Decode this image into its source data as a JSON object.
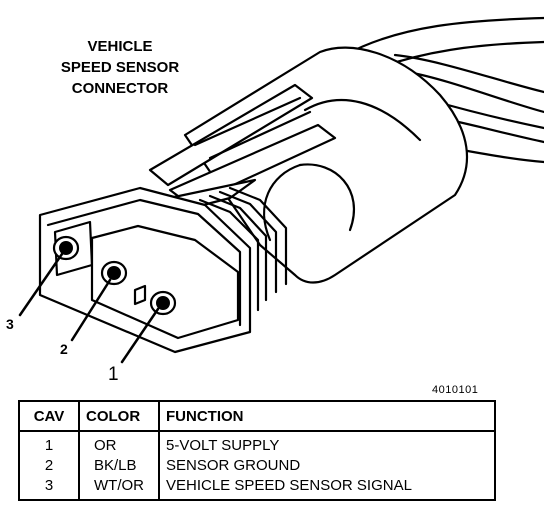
{
  "title": {
    "line1": "VEHICLE",
    "line2": "SPEED SENSOR",
    "line3": "CONNECTOR"
  },
  "callouts": {
    "cavity_3": "3",
    "cavity_2": "2",
    "cavity_1": "1"
  },
  "figure_id": "4010101",
  "table": {
    "headers": [
      "CAV",
      "COLOR",
      "FUNCTION"
    ],
    "rows": [
      {
        "cav": "1",
        "color": "OR",
        "function": "5-VOLT SUPPLY"
      },
      {
        "cav": "2",
        "color": "BK/LB",
        "function": "SENSOR GROUND"
      },
      {
        "cav": "3",
        "color": "WT/OR",
        "function": "VEHICLE SPEED SENSOR SIGNAL"
      }
    ]
  }
}
